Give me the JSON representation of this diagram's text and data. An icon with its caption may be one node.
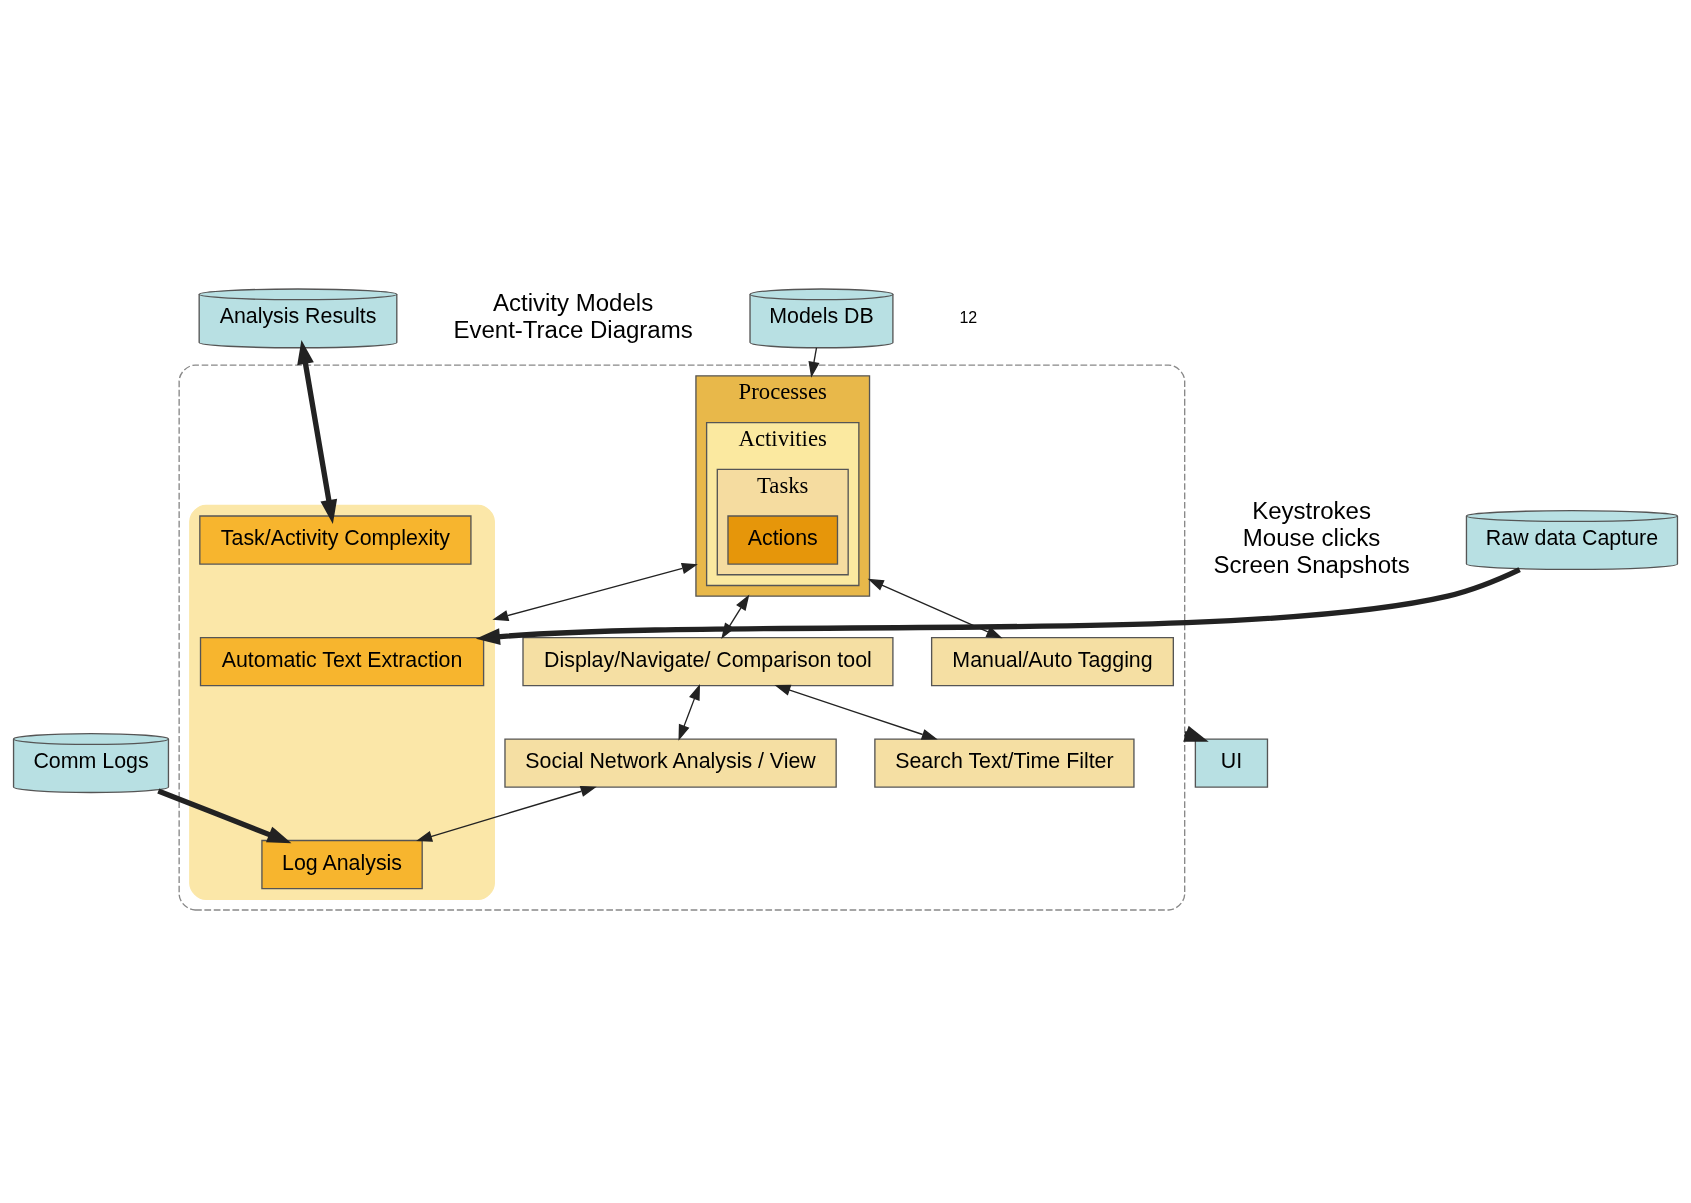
{
  "diagram": {
    "nodes": [
      {
        "text": [
          "UI"
        ]
      },
      {
        "text": [],
        "shape": "box"
      },
      {
        "text": [
          "Display/Navigate/ Comparison tool"
        ],
        "in": 1
      },
      {
        "text": [
          "Search Text/Time Filter"
        ],
        "in": 1
      },
      {
        "text": [
          "Social Network Analysis / View"
        ],
        "in": 1
      },
      {
        "text": [
          "Models DB"
        ],
        "beside": [
          "Activity Models",
          "Event-Trace Diagrams"
        ]
      },
      {
        "text": [
          "Processes"
        ],
        "in": 1
      },
      {
        "text": [
          "Activities"
        ],
        "in": 6
      },
      {
        "text": [
          "Tasks"
        ],
        "in": 7
      },
      {
        "text": [
          "Actions"
        ],
        "in": 8
      },
      {
        "text": [
          "Manual/Auto Tagging"
        ],
        "in": 1
      },
      {
        "text": [],
        "shape": "box",
        "in": 1
      },
      {
        "text": [
          "Automatic Text Extraction"
        ],
        "in": 11
      },
      {
        "text": [
          "Task/Activity Complexity"
        ],
        "in": 11
      },
      {
        "text": [
          "Log Analysis"
        ],
        "in": 11
      },
      {
        "text": [
          "Raw data Capture"
        ],
        "beside": [
          "Keystrokes",
          "Mouse clicks",
          "Screen Snapshots"
        ]
      },
      {
        "text": [
          "Analysis Results"
        ]
      },
      {
        "text": [
          "Comm Logs"
        ]
      }
    ],
    "edges": [
      {
        "from": 1,
        "to": 0,
        "arrow": "to",
        "style": "thick"
      },
      {
        "from": 6,
        "to": 2,
        "arrow": "both"
      },
      {
        "from": 2,
        "to": 3,
        "arrow": "both"
      },
      {
        "from": 2,
        "to": 4,
        "arrow": "both"
      },
      {
        "from": 5,
        "to": 6,
        "arrow": "to"
      },
      {
        "from": 6,
        "to": 10,
        "arrow": "both"
      },
      {
        "from": 6,
        "to": 11,
        "arrow": "both"
      },
      {
        "from": 4,
        "to": 14,
        "arrow": "both"
      },
      {
        "from": 15,
        "to": 12,
        "arrow": "to",
        "style": "thick"
      },
      {
        "from": 16,
        "to": 13,
        "arrow": "both",
        "style": "thick"
      },
      {
        "from": 17,
        "to": 14,
        "arrow": "to",
        "style": "thick"
      }
    ],
    "labels": [
      "12"
    ]
  }
}
